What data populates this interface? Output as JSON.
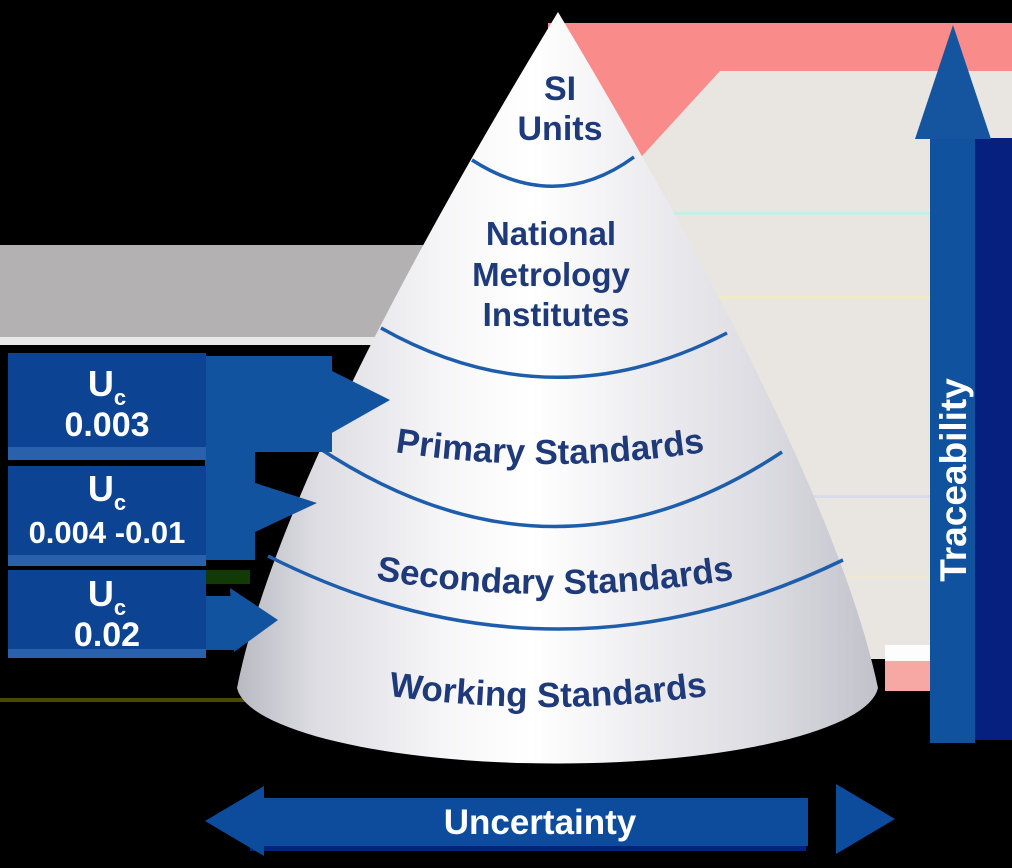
{
  "cone": {
    "levels": [
      {
        "id": "si-units",
        "lines": [
          "SI",
          "Units"
        ]
      },
      {
        "id": "national-metrology-institutes",
        "lines": [
          "National",
          "Metrology",
          "Institutes"
        ]
      },
      {
        "id": "primary-standards",
        "label": "Primary Standards"
      },
      {
        "id": "secondary-standards",
        "label": "Secondary Standards"
      },
      {
        "id": "working-standards",
        "label": "Working Standards"
      }
    ]
  },
  "uncertainty_boxes": [
    {
      "symbol": "U",
      "subscript": "c",
      "value": "0.003"
    },
    {
      "symbol": "U",
      "subscript": "c",
      "value": "0.004 -0.01"
    },
    {
      "symbol": "U",
      "subscript": "c",
      "value": "0.02"
    }
  ],
  "axes": {
    "traceability": {
      "label": "Traceability",
      "direction": "up"
    },
    "uncertainty": {
      "label": "Uncertainty",
      "direction": "horizontal"
    }
  },
  "colors": {
    "box_blue": "#0c4493",
    "box_strip_blue": "#2a61ad",
    "arrow_blue": "#1253a0",
    "divider_blue": "#1d5dac",
    "label_navy": "#1e3a7a",
    "cone_highlight": "#ffffff",
    "background": "#000000",
    "band_gray": "#b3b1b1",
    "band_salmon": "#f98b8b",
    "band_offwhite": "#e9e6e2"
  }
}
